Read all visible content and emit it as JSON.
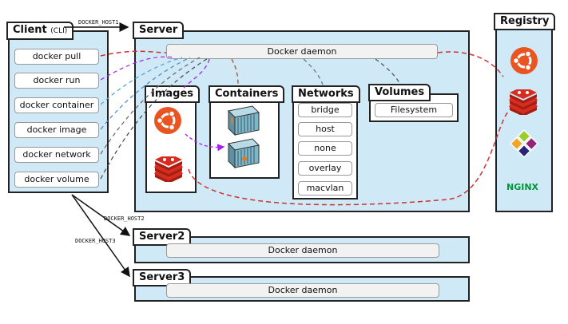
{
  "client": {
    "title": "Client",
    "title_suffix": "(CLI)",
    "commands": [
      "docker pull",
      "docker run",
      "docker container",
      "docker image",
      "docker network",
      "docker volume"
    ]
  },
  "server": {
    "title": "Server",
    "daemon": "Docker daemon"
  },
  "images": {
    "title": "Images"
  },
  "containers": {
    "title": "Containers"
  },
  "networks": {
    "title": "Networks",
    "items": [
      "bridge",
      "host",
      "none",
      "overlay",
      "macvlan"
    ]
  },
  "volumes": {
    "title": "Volumes",
    "items": [
      "Filesystem"
    ]
  },
  "server2": {
    "title": "Server2",
    "daemon": "Docker daemon"
  },
  "server3": {
    "title": "Server3",
    "daemon": "Docker daemon"
  },
  "registry": {
    "title": "Registry",
    "logos": [
      "ubuntu-logo",
      "redis-logo",
      "centos-logo",
      "nginx-logo"
    ],
    "nginx_text": "NGINX"
  },
  "links": {
    "host1": "DOCKER_HOST1",
    "host2": "DOCKER_HOST2",
    "host3": "DOCKER_HOST3"
  },
  "colors": {
    "panel": "#cfe9f7",
    "ubuntu": "#e95420",
    "redis": "#d82c20",
    "nginx": "#009639"
  }
}
